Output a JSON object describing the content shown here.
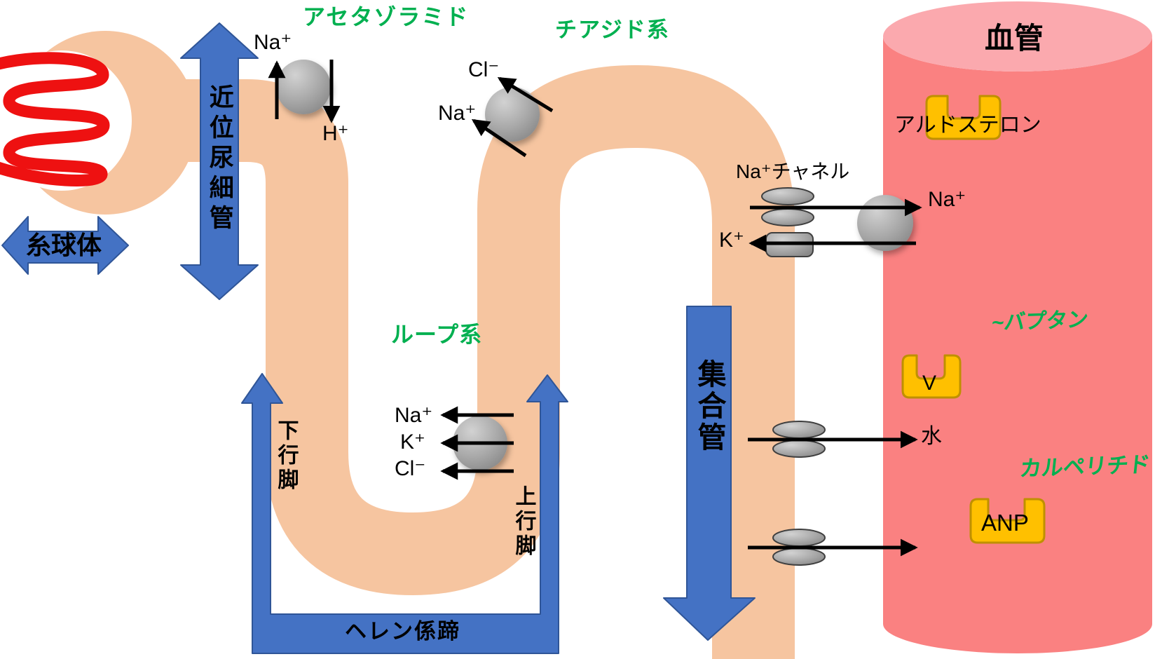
{
  "labels": {
    "glomerulus": "糸球体",
    "proximal_tubule": "近位尿細管",
    "acetazolamide": "アセタゾラミド",
    "thiazide": "チアジド系",
    "loop_diuretics": "ループ系",
    "descending_limb": "下行脚",
    "ascending_limb": "上行脚",
    "loop_of_henle": "ヘレン係蹄",
    "collecting_duct": "集合管",
    "vessel": "血管",
    "na_channel": "Na⁺チャネル",
    "aldosterone": "アルドステロン",
    "vaptan": "~バプタン",
    "carperitide": "カルペリチド",
    "water": "水",
    "v_receptor": "V",
    "anp_receptor": "ANP"
  },
  "ions": {
    "proximal_na": "Na⁺",
    "proximal_h": "H⁺",
    "thiazide_cl": "Cl⁻",
    "thiazide_na": "Na⁺",
    "loop_na": "Na⁺",
    "loop_k": "K⁺",
    "loop_cl": "Cl⁻",
    "collecting_k": "K⁺",
    "vessel_na": "Na⁺"
  },
  "colors": {
    "tube": "#F6C5A0",
    "blue": "#4472C4",
    "blueDark": "#2F5597",
    "vesselBody": "#FA8181",
    "vesselTop": "#FBA9AE",
    "receptor": "#FFC000",
    "receptorEdge": "#BF9000",
    "green": "#00B050",
    "red": "#EE1111",
    "gray": "#9A9A9A"
  }
}
